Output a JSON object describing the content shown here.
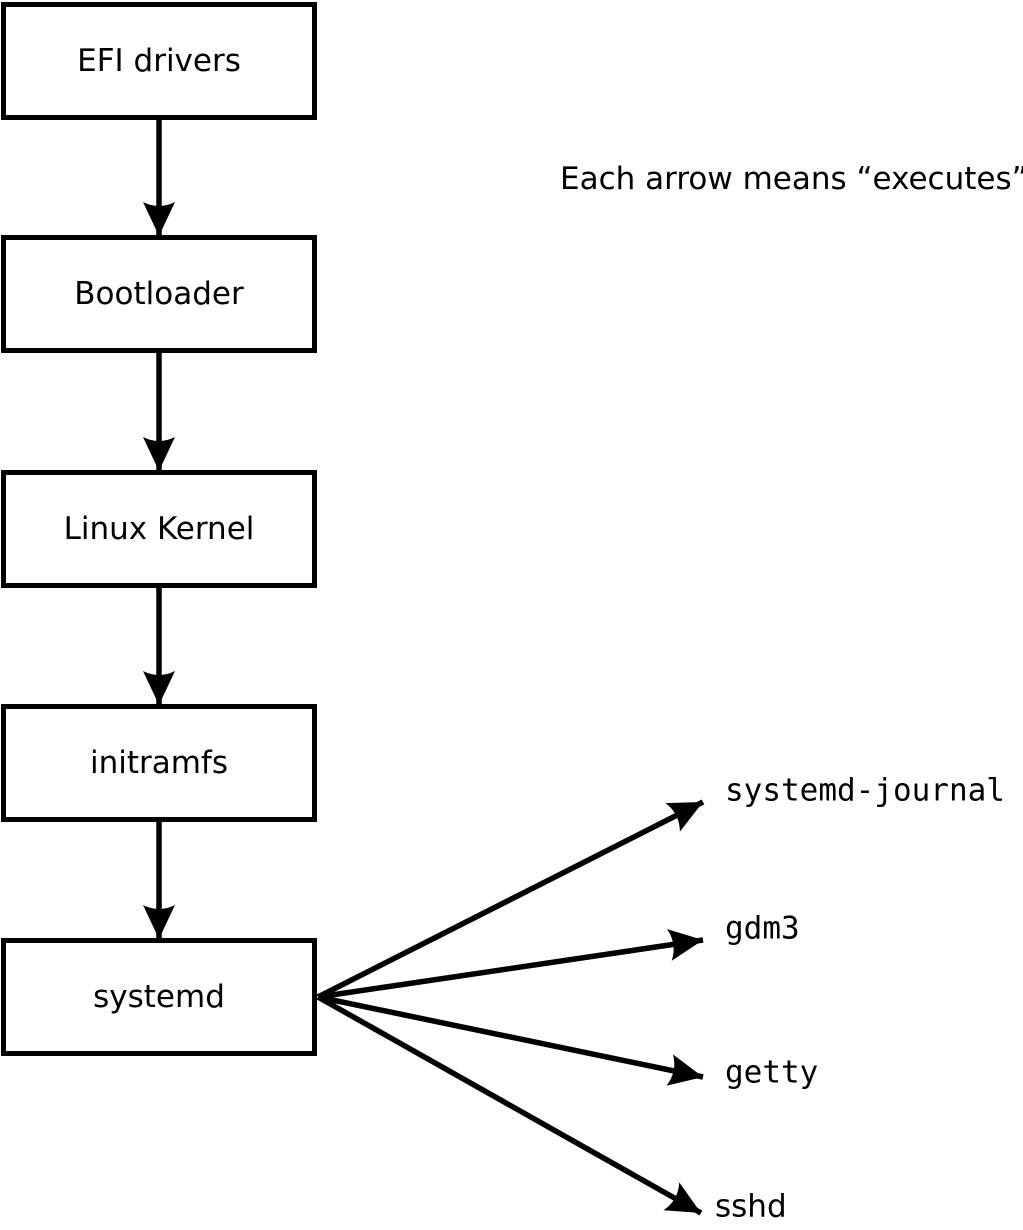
{
  "caption": "Each arrow means “executes”.",
  "nodes": [
    "EFI drivers",
    "Bootloader",
    "Linux Kernel",
    "initramfs",
    "systemd"
  ],
  "services": [
    "systemd-journal",
    "gdm3",
    "getty",
    "sshd"
  ],
  "colors": {
    "ink": "#000000",
    "background": "#ffffff",
    "box_fill": "#ffffff"
  }
}
